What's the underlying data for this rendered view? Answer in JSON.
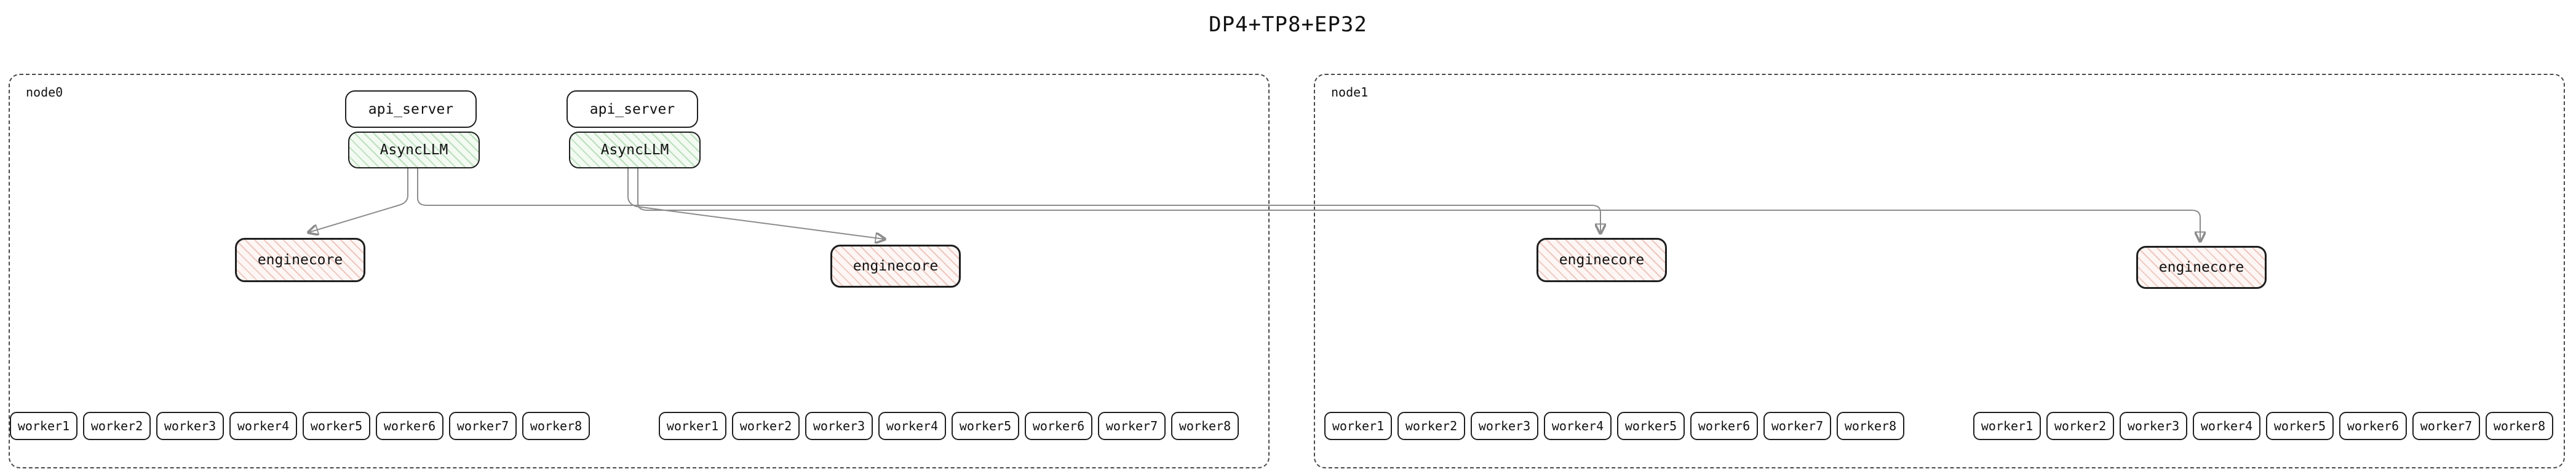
{
  "title": "DP4+TP8+EP32",
  "colors": {
    "asyncllm_fill": "#f2faf2",
    "asyncllm_hatch": "#78be7d",
    "enginecore_fill": "#fdf6f4",
    "enginecore_hatch": "#d68070",
    "edge": "#8c8c8c",
    "box_border": "#1f1f1f",
    "node_border": "#4a4a4a"
  },
  "node0": {
    "label": "node0",
    "api_server1": "api_server",
    "asyncllm1": "AsyncLLM",
    "api_server2": "api_server",
    "asyncllm2": "AsyncLLM",
    "enginecore1": "enginecore",
    "enginecore2": "enginecore",
    "workers_a": [
      "worker1",
      "worker2",
      "worker3",
      "worker4",
      "worker5",
      "worker6",
      "worker7",
      "worker8"
    ],
    "workers_b": [
      "worker1",
      "worker2",
      "worker3",
      "worker4",
      "worker5",
      "worker6",
      "worker7",
      "worker8"
    ]
  },
  "node1": {
    "label": "node1",
    "enginecore1": "enginecore",
    "enginecore2": "enginecore",
    "workers_a": [
      "worker1",
      "worker2",
      "worker3",
      "worker4",
      "worker5",
      "worker6",
      "worker7",
      "worker8"
    ],
    "workers_b": [
      "worker1",
      "worker2",
      "worker3",
      "worker4",
      "worker5",
      "worker6",
      "worker7",
      "worker8"
    ]
  },
  "edges": [
    {
      "from": "node0.asyncllm1",
      "to": "node0.enginecore1"
    },
    {
      "from": "node0.asyncllm1",
      "to": "node1.enginecore1"
    },
    {
      "from": "node0.asyncllm2",
      "to": "node0.enginecore2"
    },
    {
      "from": "node0.asyncllm2",
      "to": "node1.enginecore2"
    }
  ]
}
